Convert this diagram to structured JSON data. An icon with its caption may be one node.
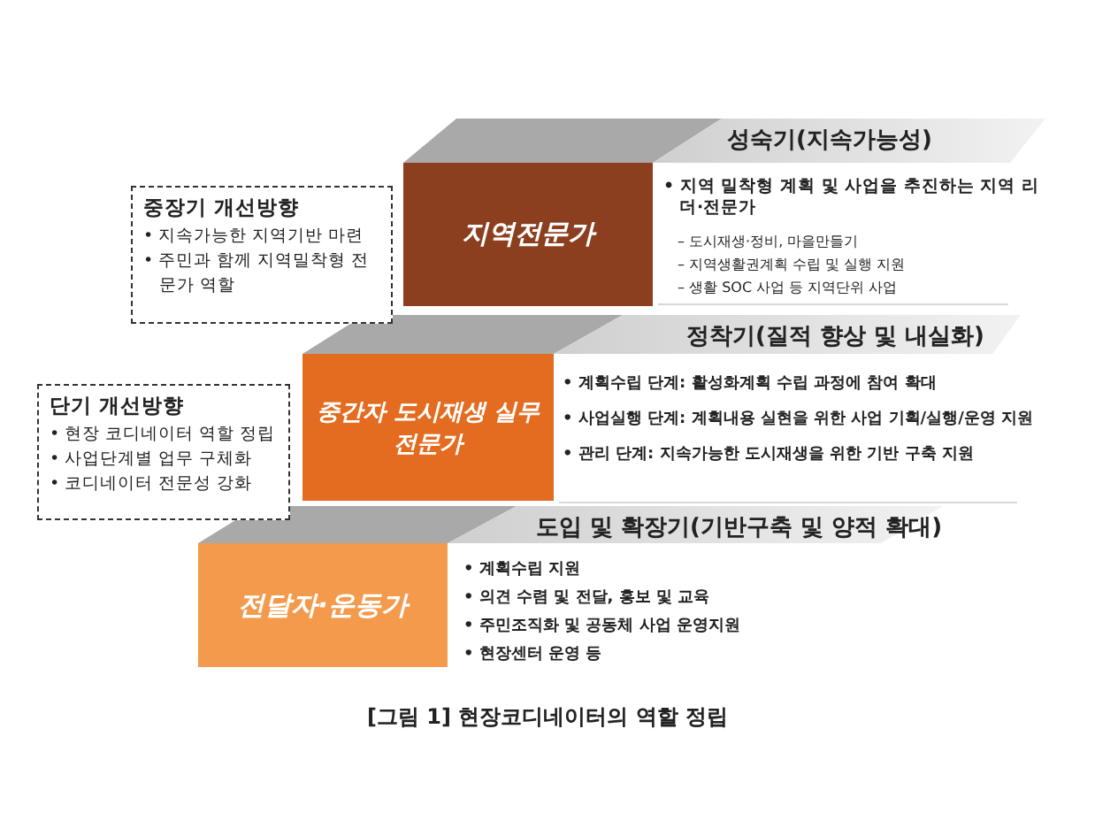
{
  "diagram": {
    "caption": "[그림 1] 현장코디네이터의 역할 정립",
    "nodes": [
      {
        "text": [
          "성숙기(지속가능성)"
        ]
      },
      {
        "text": [
          "중장기 개선방향",
          "• 지속가능한 지역기반 마련",
          "• 주민과 함께 지역밀착형 전문가 역할"
        ]
      },
      {
        "text": [
          "지역전문가"
        ]
      },
      {
        "text": [
          "정착기(질적 향상 및 내실화)"
        ]
      },
      {
        "text": [
          "단기 개선방향",
          "• 현장 코디네이터 역할 정립",
          "• 사업단계별 업무 구체화",
          "• 코디네이터 전문성 강화"
        ]
      },
      {
        "text": [
          "중간자 도시재생 실무 전문가"
        ]
      },
      {
        "text": [
          "도입 및 확장기(기반구축 및 양적 확대)"
        ]
      },
      {
        "text": [
          "전달자·운동가"
        ]
      }
    ],
    "edges": [],
    "labels": [
      "• 지역 밀착형 계획 및 사업을 추진하는 지역 리더·전문가",
      "– 도시재생·정비, 마을만들기",
      "– 지역생활권계획 수립 및 실행 지원",
      "– 생활 SOC 사업 등 지역단위 사업",
      "• 계획수립 단계: 활성화계획 수립 과정에 참여 확대",
      "• 사업실행 단계: 계획내용 실현을 위한 사업 기획/실행/운영 지원",
      "• 관리 단계: 지속가능한 도시재생을 위한 기반 구축 지원",
      "• 계획수립 지원",
      "• 의견 수렴 및 전달, 홍보 및 교육",
      "• 주민조직화 및 공동체 사업 운영지원",
      "• 현장센터 운영 등"
    ]
  }
}
